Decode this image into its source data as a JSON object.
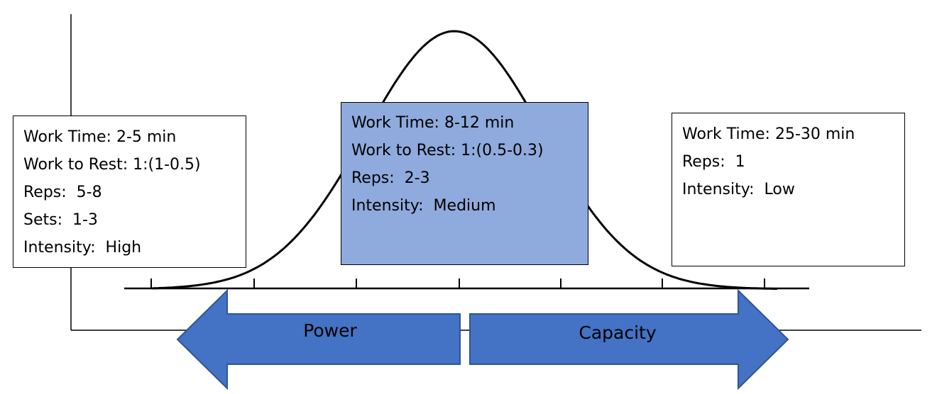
{
  "boxes": {
    "power": {
      "lines": [
        "Work Time: 2-5 min",
        "Work to Rest: 1:(1-0.5)",
        "Reps:  5-8",
        "Sets:  1-3",
        "Intensity:  High"
      ]
    },
    "medium": {
      "lines": [
        "Work Time: 8-12 min",
        "Work to Rest: 1:(0.5-0.3)",
        "Reps:  2-3",
        "Intensity:  Medium"
      ]
    },
    "capacity": {
      "lines": [
        "Work Time: 25-30 min",
        "Reps:  1",
        "Intensity:  Low"
      ]
    }
  },
  "arrows": {
    "left_label": "Power",
    "right_label": "Capacity"
  },
  "colors": {
    "arrow_fill": "#4472C4",
    "arrow_stroke": "#2F5597",
    "highlight_box": "#8FAADC",
    "line": "#000000"
  }
}
